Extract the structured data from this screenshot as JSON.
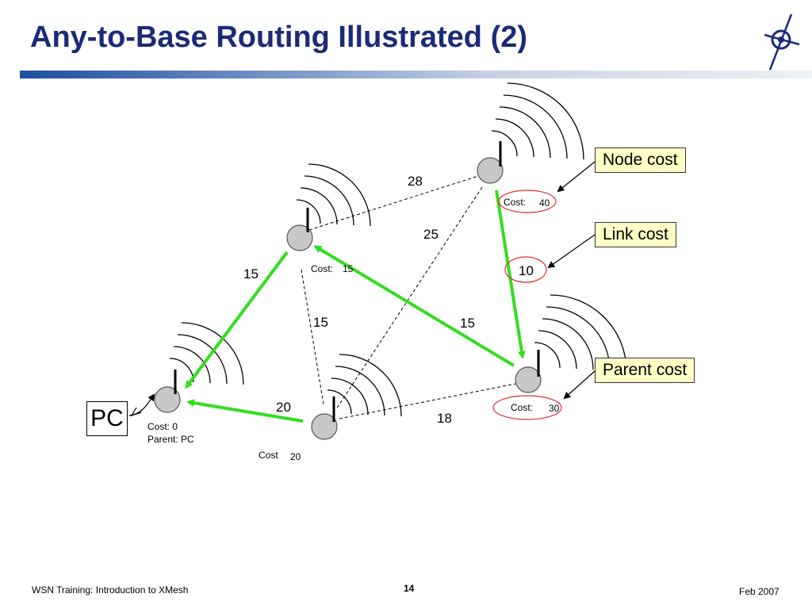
{
  "slide": {
    "title": "Any-to-Base Routing Illustrated (2)",
    "footer_left": "WSN Training: Introduction to XMesh",
    "page_number": "14",
    "footer_right": "Feb 2007",
    "logo_icon": "compass-star-icon"
  },
  "callouts": {
    "node_cost": "Node cost",
    "link_cost": "Link cost",
    "parent_cost": "Parent cost"
  },
  "pc_label": "PC",
  "nodes": {
    "base": {
      "cost_line": "Cost: 0",
      "parent_line": "Parent: PC"
    },
    "left_top": {
      "cost_label": "Cost:",
      "cost_value": "15"
    },
    "right_top": {
      "cost_label": "Cost:",
      "cost_value": "40"
    },
    "bottom_mid": {
      "cost_label": "Cost",
      "cost_value": "20"
    },
    "right_mid": {
      "cost_label": "Cost:",
      "cost_value": "30"
    }
  },
  "link_costs": {
    "lefttop_righttop": "28",
    "righttop_bottommid": "25",
    "base_lefttop": "15",
    "lefttop_bottommid": "15",
    "lefttop_rightmid": "15",
    "righttop_rightmid": "10",
    "base_bottommid": "20",
    "bottommid_rightmid": "18"
  },
  "colors": {
    "title": "#1b2a78",
    "route_arrow": "#33dd22",
    "callout_fill": "#ffffc6",
    "highlight_circle": "#e03030",
    "node_fill": "#c8c8c8"
  }
}
